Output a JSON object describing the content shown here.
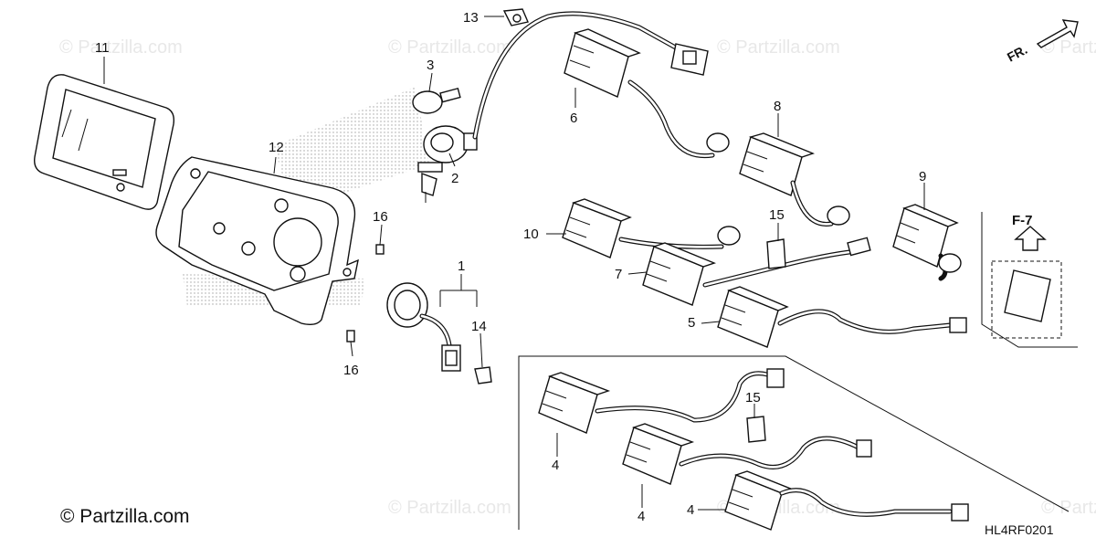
{
  "watermarks": [
    "© Partzilla.com",
    "© Partzilla.com",
    "© Partzilla.com",
    "© Partzilla.com",
    "© Partzilla.com",
    "© Partzilla.com",
    "© Partzilla.com"
  ],
  "callouts": {
    "c1": "1",
    "c2": "2",
    "c3": "3",
    "c4a": "4",
    "c4b": "4",
    "c4c": "4",
    "c5": "5",
    "c6": "6",
    "c7": "7",
    "c8": "8",
    "c9": "9",
    "c10": "10",
    "c11": "11",
    "c12": "12",
    "c13": "13",
    "c14": "14",
    "c15a": "15",
    "c15b": "15",
    "c16a": "16",
    "c16b": "16"
  },
  "direction_label": "FR.",
  "reference_label": "F-7",
  "copyright": "© Partzilla.com",
  "diagram_code": "HL4RF0201"
}
